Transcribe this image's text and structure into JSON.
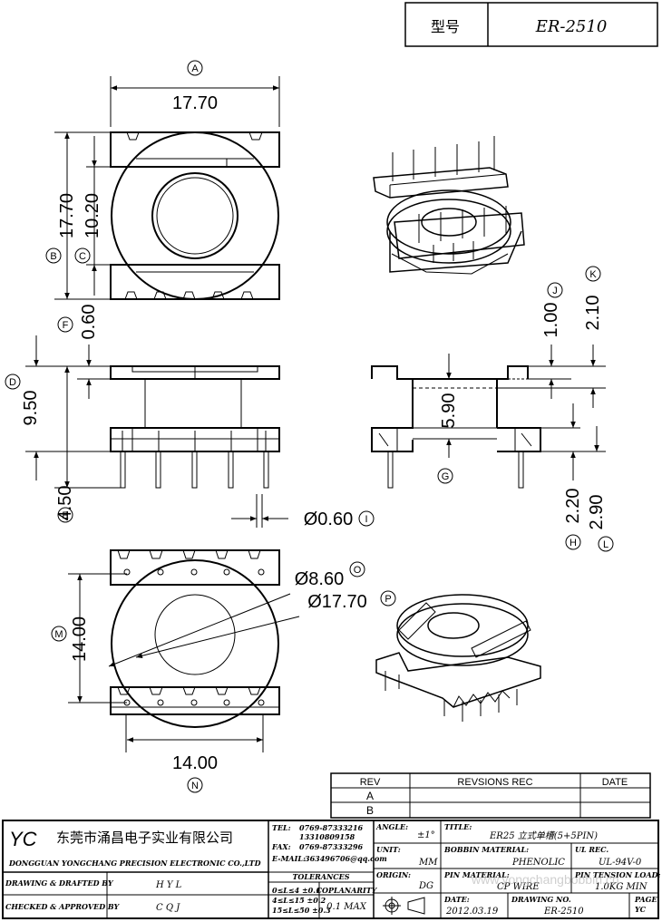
{
  "header": {
    "label_type": "型号",
    "model": "ER-2510"
  },
  "dimensions": {
    "A": {
      "tag": "A",
      "value": "17.70"
    },
    "B": {
      "tag": "B",
      "value": "17.70"
    },
    "C": {
      "tag": "C",
      "value": "10.20"
    },
    "D": {
      "tag": "D",
      "value": "9.50"
    },
    "E": {
      "tag": "E",
      "value": "4.50"
    },
    "F": {
      "tag": "F",
      "value": "0.60"
    },
    "G": {
      "tag": "G",
      "value": "5.90"
    },
    "H": {
      "tag": "H",
      "value": "2.20"
    },
    "I": {
      "tag": "I",
      "value": "Ø0.60"
    },
    "J": {
      "tag": "J",
      "value": "1.00"
    },
    "K": {
      "tag": "K",
      "value": "2.10"
    },
    "L": {
      "tag": "L",
      "value": "2.90"
    },
    "M": {
      "tag": "M",
      "value": "14.00"
    },
    "N": {
      "tag": "N",
      "value": "14.00"
    },
    "O": {
      "tag": "O",
      "value": "Ø8.60"
    },
    "P": {
      "tag": "P",
      "value": "Ø17.70"
    }
  },
  "revisions": {
    "col_rev": "REV",
    "col_rec": "REVSIONS REC",
    "col_date": "DATE",
    "rows": [
      "A",
      "B"
    ]
  },
  "title_block": {
    "logo": "YC",
    "company_cn": "东莞市涌昌电子实业有限公司",
    "company_en": "DONGGUAN YONGCHANG PRECISION ELECTRONIC CO.,LTD",
    "tel_label": "TEL:",
    "tel": "0769-87333216",
    "tel2": "13310809158",
    "fax_label": "FAX:",
    "fax": "0769-87333296",
    "email_label": "E-MAIL:",
    "email": "363496706@qq.com",
    "angle_label": "ANGLE:",
    "angle": "±1°",
    "title_label": "TITLE:",
    "title": "ER25 立式单槽(5+5PIN)",
    "unit_label": "UNIT:",
    "unit": "MM",
    "bobbin_label": "BOBBIN MATERIAL:",
    "bobbin": "PHENOLIC",
    "ul_label": "UL REC.",
    "ul": "UL-94V-0",
    "origin_label": "ORIGIN:",
    "origin": "DG",
    "pin_label": "PIN MATERIAL:",
    "pin": "CP WIRE",
    "tension_label": "PIN TENSION LOAD:",
    "tension": "1.0KG MIN",
    "drawn_label": "DRAWING & DRAFTED BY",
    "drawn": "H Y L",
    "checked_label": "CHECKED & APPROVED BY",
    "checked": "C Q J",
    "tolerances_label": "TOLERANCES",
    "tol1": "0≤L≤4   ±0.1",
    "tol2": "4≤L≤15  ±0.2",
    "tol3": "15≤L≤50  ±0.3",
    "coplanarity_label": "COPLANARITY",
    "coplanarity": "0.1 MAX",
    "date_label": "DATE:",
    "date": "2012.03.19",
    "drawing_no_label": "DRAWING NO.",
    "drawing_no": "ER-2510",
    "page_label": "PAGE",
    "page": "YC"
  },
  "watermark": "www.yongchangbobbin.cn"
}
